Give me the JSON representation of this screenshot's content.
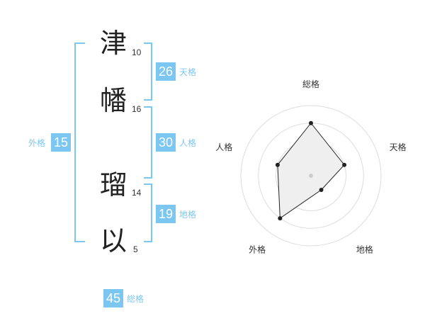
{
  "name_chars": [
    {
      "char": "津",
      "strokes": "10"
    },
    {
      "char": "幡",
      "strokes": "16"
    },
    {
      "char": "瑠",
      "strokes": "14"
    },
    {
      "char": "以",
      "strokes": "5"
    }
  ],
  "fortunes": {
    "tenkaku": {
      "value": "26",
      "label": "天格"
    },
    "jinkaku": {
      "value": "30",
      "label": "人格"
    },
    "chikaku": {
      "value": "19",
      "label": "地格"
    },
    "gaikaku": {
      "value": "15",
      "label": "外格"
    },
    "soukaku": {
      "value": "45",
      "label": "総格"
    }
  },
  "colors": {
    "accent": "#7cc7f2",
    "polygon_fill": "#efefef",
    "ring": "#dddddd",
    "point": "#222222"
  },
  "chart_data": {
    "type": "radar",
    "axes": [
      "総格",
      "天格",
      "地格",
      "外格",
      "人格"
    ],
    "values": [
      0.75,
      0.5,
      0.25,
      0.75,
      0.5
    ],
    "rings": 4,
    "range": [
      0,
      1
    ]
  }
}
